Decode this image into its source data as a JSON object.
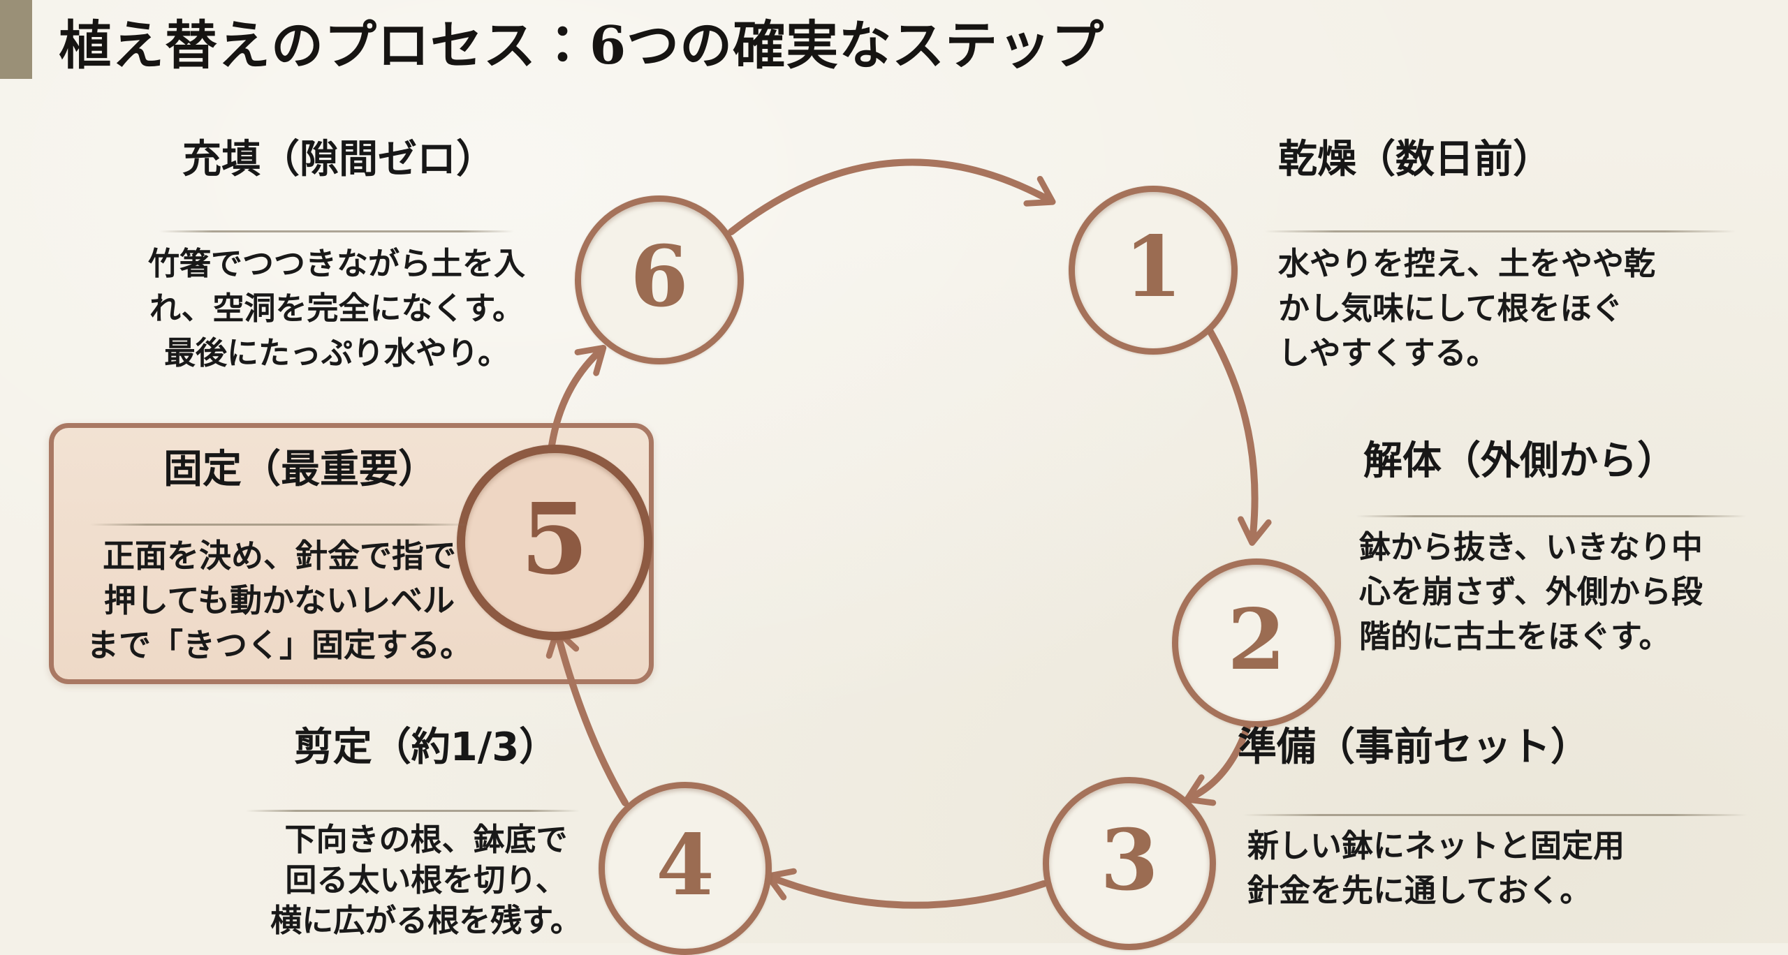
{
  "title": "植え替えのプロセス：6つの確実なステップ",
  "steps": [
    {
      "number": "1",
      "title": "乾燥（数日前）",
      "lines": [
        "水やりを控え、土をやや乾",
        "かし気味にして根をほぐ",
        "しやすくする。"
      ]
    },
    {
      "number": "2",
      "title": "解体（外側から）",
      "lines": [
        "鉢から抜き、いきなり中",
        "心を崩さず、外側から段",
        "階的に古土をほぐす。"
      ]
    },
    {
      "number": "3",
      "title": "準備（事前セット）",
      "lines": [
        "新しい鉢にネットと固定用",
        "針金を先に通しておく。",
        ""
      ]
    },
    {
      "number": "4",
      "title": "剪定（約1/3）",
      "lines": [
        "下向きの根、鉢底で",
        "回る太い根を切り、",
        "横に広がる根を残す。"
      ]
    },
    {
      "number": "5",
      "title": "固定（最重要）",
      "highlighted": "true",
      "lines": [
        "正面を決め、針金で指で",
        "押しても動かないレベル",
        "まで「きつく」固定する。"
      ]
    },
    {
      "number": "6",
      "title": "充填（隙間ゼロ）",
      "lines": [
        "竹箸でつつきながら土を入",
        "れ、空洞を完全になくす。",
        "最後にたっぷり水やり。"
      ]
    }
  ],
  "colors": {
    "background": "#f4f1e8",
    "arrow_accent": "#a8745d",
    "circle_stroke": "#a5725a",
    "circle_number": "#9b6c52",
    "highlight_fill": "#f0ddcd",
    "highlight_border": "#a97863",
    "highlight_number": "#8d5a42",
    "corner_bar": "#9a9077",
    "text": "#1b1b1b"
  }
}
